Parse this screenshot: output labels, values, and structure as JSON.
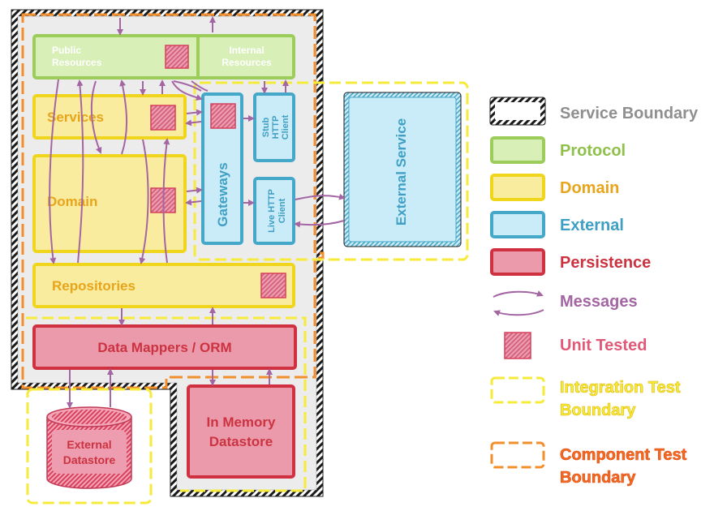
{
  "colors": {
    "protocol_fill": "#d9efb8",
    "protocol_stroke": "#9ccc5a",
    "protocol_text": "#ffffff",
    "protocol_legend_text": "#8fc14a",
    "domain_fill": "#f9ec9e",
    "domain_stroke": "#efd61d",
    "domain_text": "#e8a51c",
    "external_fill": "#c9ecf8",
    "external_stroke": "#46a8c9",
    "external_text": "#3f9fc4",
    "persist_fill": "#eb9aac",
    "persist_stroke": "#cf3140",
    "persist_text": "#cc3340",
    "message": "#a466a3",
    "unit_tested": "#e05a78",
    "integration_boundary": "#f6ea3a",
    "component_boundary": "#f28f2c",
    "service_boundary_text": "#8f8f8f"
  },
  "components": {
    "public_resources": "Public Resources",
    "internal_resources": "Internal Resources",
    "services": "Services",
    "domain": "Domain",
    "gateways": "Gateways",
    "stub_http_client": "Stub HTTP Client",
    "live_http_client": "Live HTTP Client",
    "repositories": "Repositories",
    "data_mappers": "Data Mappers / ORM",
    "in_memory_datastore": "In Memory Datastore",
    "external_datastore": "External Datastore",
    "external_service": "External Service"
  },
  "legend": {
    "service_boundary": "Service Boundary",
    "protocol": "Protocol",
    "domain": "Domain",
    "external": "External",
    "persistence": "Persistence",
    "messages": "Messages",
    "unit_tested": "Unit Tested",
    "integration_test_boundary": "Integration Test Boundary",
    "component_test_boundary": "Component Test Boundary"
  }
}
